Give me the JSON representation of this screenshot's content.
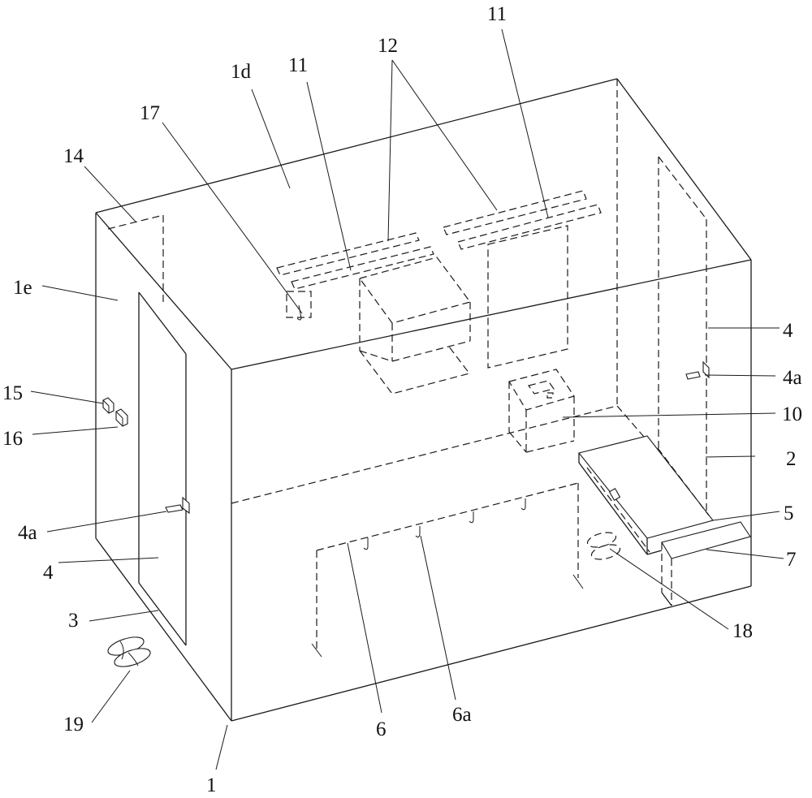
{
  "figure": {
    "type": "isometric patent line drawing",
    "subject": "room enclosure with door, ceiling fixtures, benches, hooks and slippers",
    "line_color": "#1a1a1a",
    "background": "#ffffff"
  },
  "labels": {
    "l1": "1",
    "l1d": "1d",
    "l1e": "1e",
    "l2": "2",
    "l3": "3",
    "l4_left": "4",
    "l4_right": "4",
    "l4a_left": "4a",
    "l4a_right": "4a",
    "l5": "5",
    "l6": "6",
    "l6a": "6a",
    "l7": "7",
    "l10": "10",
    "l11_left": "11",
    "l11_right": "11",
    "l12": "12",
    "l14": "14",
    "l15": "15",
    "l16": "16",
    "l17": "17",
    "l18": "18",
    "l19": "19"
  }
}
